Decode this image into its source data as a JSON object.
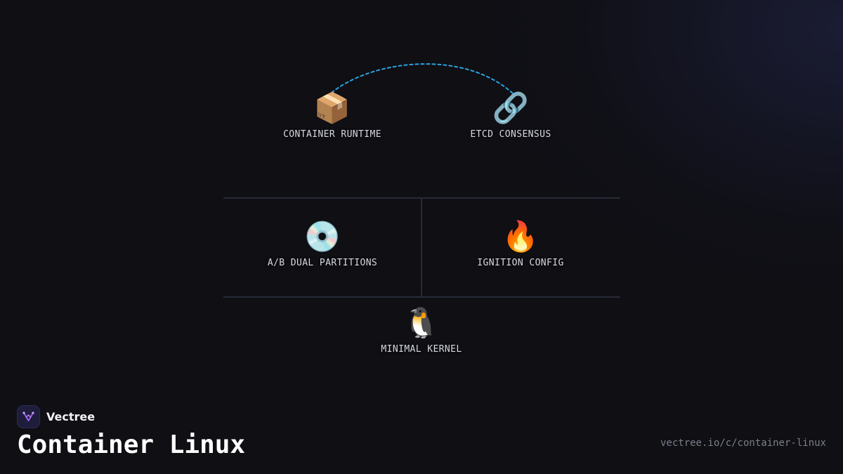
{
  "brand": {
    "name": "Vectree"
  },
  "page": {
    "title": "Container Linux",
    "url": "vectree.io/c/container-linux"
  },
  "diagram": {
    "nodes": [
      {
        "id": "container-runtime",
        "icon": "📦",
        "icon_name": "package-icon",
        "label": "CONTAINER RUNTIME"
      },
      {
        "id": "etcd-consensus",
        "icon": "🔗",
        "icon_name": "link-icon",
        "label": "ETCD CONSENSUS"
      },
      {
        "id": "ab-dual-partitions",
        "icon": "💿",
        "icon_name": "disc-icon",
        "label": "A/B DUAL PARTITIONS"
      },
      {
        "id": "ignition-config",
        "icon": "🔥",
        "icon_name": "fire-icon",
        "label": "IGNITION CONFIG"
      },
      {
        "id": "minimal-kernel",
        "icon": "🐧",
        "icon_name": "penguin-icon",
        "label": "MINIMAL KERNEL"
      }
    ],
    "connections": [
      {
        "from": "container-runtime",
        "to": "etcd-consensus",
        "style": "dashed"
      }
    ]
  },
  "colors": {
    "background": "#0f0f14",
    "connector": "#2ba3e0",
    "divider": "#272b36",
    "brand_accent": "#9b5cf0"
  }
}
